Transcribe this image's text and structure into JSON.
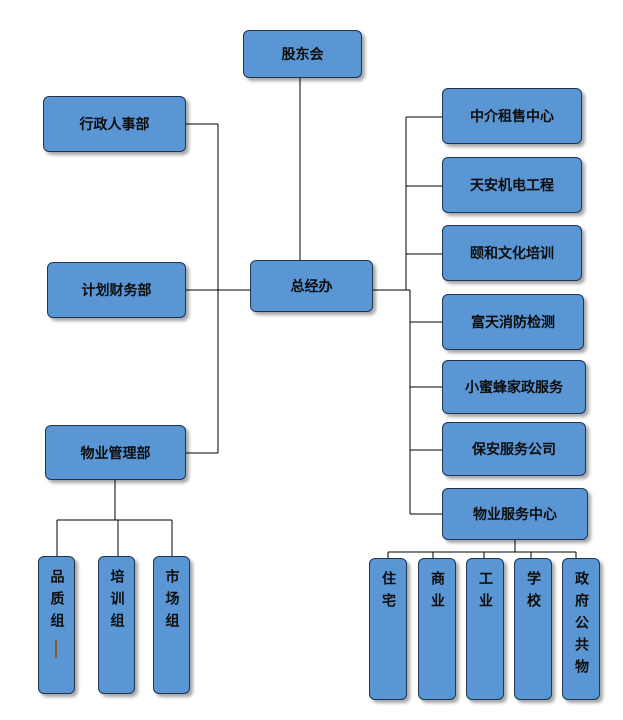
{
  "nodes": {
    "shareholders": "股东会",
    "general_office": "总经办",
    "admin_hr": "行政人事部",
    "planning_finance": "计划财务部",
    "property_mgmt": "物业管理部",
    "quality_group": "品质组",
    "training_group": "培训组",
    "market_group": "市场组",
    "agency_rental": "中介租售中心",
    "tianan_mep": "天安机电工程",
    "yihe_culture": "颐和文化培训",
    "futian_fire": "富天消防检测",
    "xiaomifeng_housekeeping": "小蜜蜂家政服务",
    "security_company": "保安服务公司",
    "property_service": "物业服务中心",
    "residential": "住宅",
    "commercial": "商业",
    "industrial": "工业",
    "school": "学校",
    "public_gov": "政府公共物"
  },
  "colors": {
    "box_fill": "#5a96d4",
    "box_border": "#1f3550",
    "line": "#000000"
  }
}
